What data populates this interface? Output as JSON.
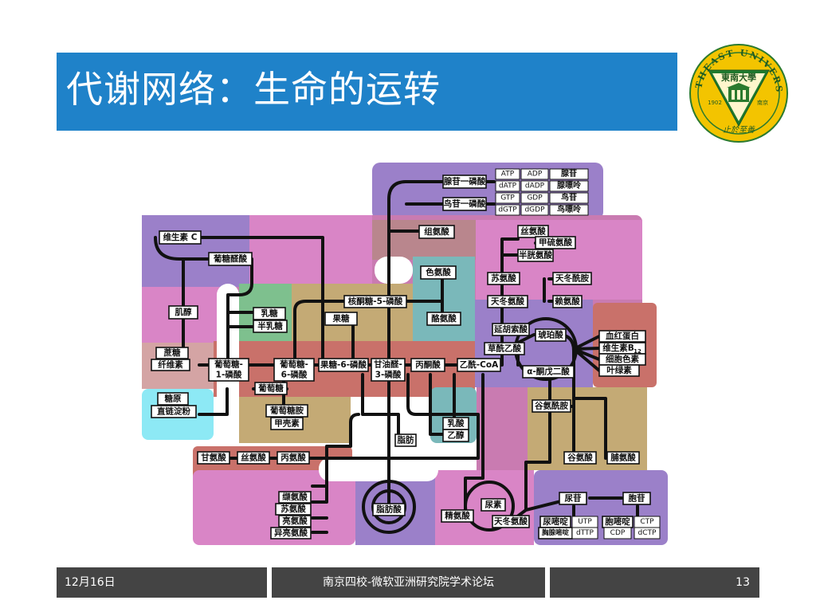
{
  "slide": {
    "title": "代谢网络：生命的运转"
  },
  "logo": {
    "name_en": "SOUTHEAST UNIVERSITY",
    "name_cn": "東南大學",
    "year": "1902",
    "city": "南京",
    "motto": "止於至善"
  },
  "diagram": {
    "nodes": {
      "n_adenosine_phos": "腺苷一磷酸",
      "n_guanosine_phos": "鸟苷一磷酸",
      "n_histidine": "组氨酸",
      "n_serine_top": "丝氨酸",
      "n_methionine": "甲硫氨酸",
      "n_cysteine": "半胱氨酸",
      "n_vitc": "维生素 C",
      "n_glucuronic": "葡糖醛酸",
      "n_tryptophan": "色氨酸",
      "n_threonine": "苏氨酸",
      "n_asparagine": "天冬酰胺",
      "n_inositol": "肌醇",
      "n_lactose": "乳糖",
      "n_galactose": "半乳糖",
      "n_ribulose5p": "核酮糖-5-磷酸",
      "n_aspartate_mid": "天冬氨酸",
      "n_lysine": "赖氨酸",
      "n_fructose": "果糖",
      "n_tyrosine": "酪氨酸",
      "n_succinylcoa": "延胡索酸",
      "n_succinate": "琥珀酸",
      "n_sucrose": "蔗糖",
      "n_cellulose": "纤维素",
      "n_g1p_1": "葡萄糖-",
      "n_g1p_2": "1-磷酸",
      "n_g6p_1": "葡萄糖-",
      "n_g6p_2": "6-磷酸",
      "n_f6p": "果糖-6-磷酸",
      "n_g3p_1": "甘油醛-",
      "n_g3p_2": "3-磷酸",
      "n_pyruvate": "丙酮酸",
      "n_acetylcoa": "乙酰-CoA",
      "n_oxaloacetate": "草酰乙酸",
      "n_akg": "α-酮戊二酸",
      "n_hemoglobin": "血红蛋白",
      "n_vitb12": "维生素B",
      "n_vitb12_sub": "12",
      "n_cytochrome": "细胞色素",
      "n_chlorophyll": "叶绿素",
      "n_glucose": "葡萄糖",
      "n_glycogen": "糖原",
      "n_amylose": "直链淀粉",
      "n_glucosamine": "葡萄糖胺",
      "n_chitin": "甲壳素",
      "n_lactate": "乳酸",
      "n_ethanol": "乙醇",
      "n_glutamine": "谷氨酰胺",
      "n_fat": "脂肪",
      "n_glycine": "甘氨酸",
      "n_serine_low": "丝氨酸",
      "n_alanine": "丙氨酸",
      "n_glutamate": "谷氨酸",
      "n_proline": "脯氨酸",
      "n_valine": "缬氨酸",
      "n_leucine": "苏氨酸",
      "n_isoleucine": "亮氨酸",
      "n_isoleucine2": "异亮氨酸",
      "n_fattyacid": "脂肪酸",
      "n_arginine": "精氨酸",
      "n_urea": "尿素",
      "n_aspartate_low": "天冬氨酸",
      "n_uridine": "尿苷",
      "n_cytidine": "胞苷",
      "n_uracil": "尿嘧啶",
      "n_cytosine": "胞嘧啶",
      "n_thymine": "胸腺嘧啶",
      "t_utp": "UTP",
      "t_dttp": "dTTP",
      "t_ctp": "CTP",
      "t_cdp": "CDP",
      "t_dctp": "dCTP"
    },
    "nucleotide_table": {
      "rows": [
        [
          "ATP",
          "ADP",
          "腺苷"
        ],
        [
          "dATP",
          "dADP",
          "腺嘌呤"
        ],
        [
          "GTP",
          "GDP",
          "鸟苷"
        ],
        [
          "dGTP",
          "dGDP",
          "鸟嘌呤"
        ]
      ]
    },
    "zone_colors": {
      "violet": "#9b80c9",
      "pink": "#c97bb1",
      "magenta": "#d985c6",
      "tan": "#c4aa75",
      "teal": "#7ab8ba",
      "green": "#7ec08e",
      "brown": "#b9868d",
      "rose": "#d4a4a4",
      "cyan": "#8de9f5",
      "redbrown": "#c9716a"
    }
  },
  "footer": {
    "date": "12月16日",
    "event": "南京四校-微软亚洲研究院学术论坛",
    "page": "13"
  }
}
